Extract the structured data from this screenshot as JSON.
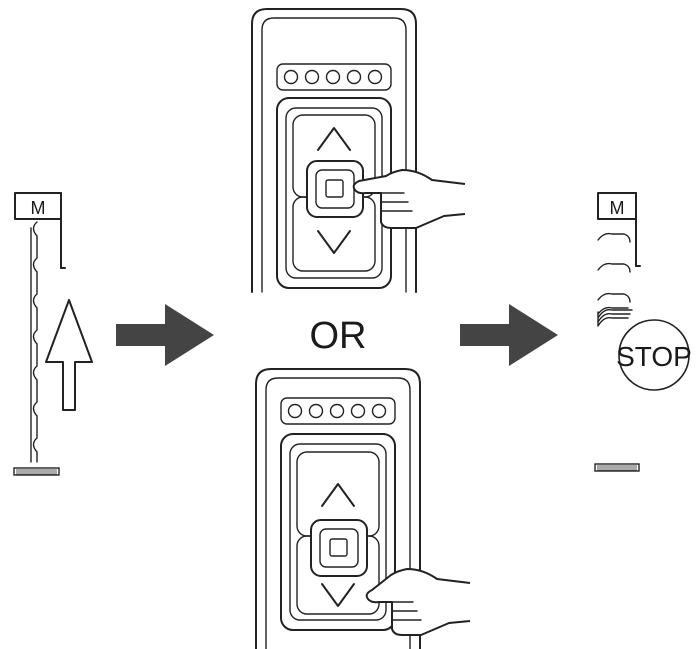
{
  "diagram": {
    "motor_label": "M",
    "or_label": "OR",
    "stop_label": "STOP",
    "colors": {
      "line": "#222222",
      "arrow": "#444444",
      "background": "#ffffff"
    },
    "remotes": [
      {
        "pressed_button": "stop-button",
        "led_count": 5
      },
      {
        "pressed_button": "down-button",
        "led_count": 5
      }
    ]
  }
}
